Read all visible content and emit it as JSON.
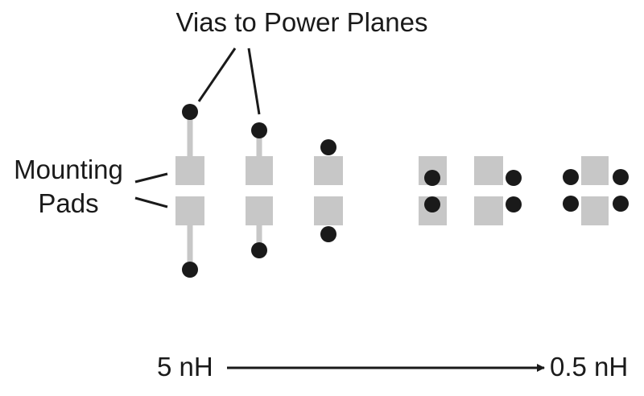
{
  "labels": {
    "vias": "Vias to Power Planes",
    "pads_line1": "Mounting",
    "pads_line2": "Pads",
    "inductance_high": "5 nH",
    "inductance_low": "0.5 nH"
  },
  "colors": {
    "pad": "#c7c7c7",
    "via": "#1a1a1a",
    "trace": "#c7c7c7",
    "line": "#1a1a1a",
    "text": "#1a1a1a"
  }
}
